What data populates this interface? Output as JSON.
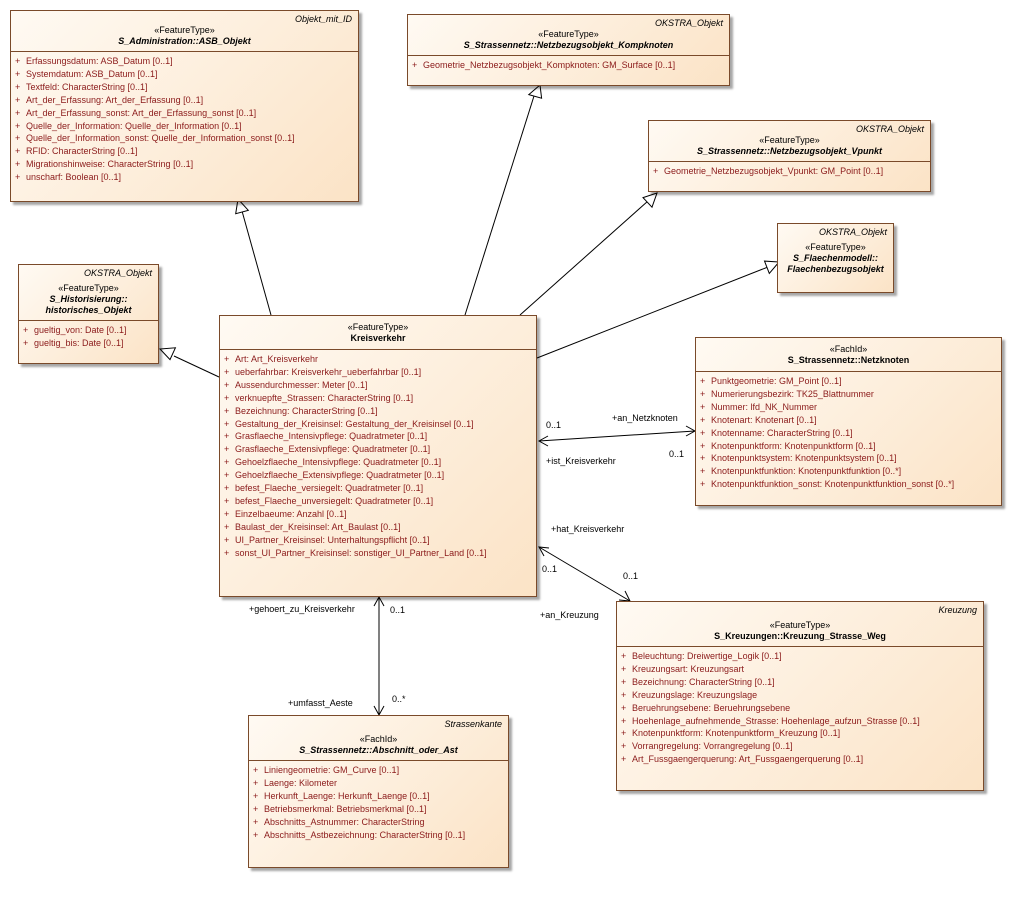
{
  "classes": {
    "asb_objekt": {
      "parent": "Objekt_mit_ID",
      "stereotype": "«FeatureType»",
      "name": "S_Administration::ASB_Objekt",
      "attributes": [
        {
          "vis": "+",
          "text": "Erfassungsdatum: ASB_Datum [0..1]"
        },
        {
          "vis": "+",
          "text": "Systemdatum: ASB_Datum [0..1]"
        },
        {
          "vis": "+",
          "text": "Textfeld: CharacterString [0..1]"
        },
        {
          "vis": "+",
          "text": "Art_der_Erfassung: Art_der_Erfassung [0..1]"
        },
        {
          "vis": "+",
          "text": "Art_der_Erfassung_sonst: Art_der_Erfassung_sonst [0..1]"
        },
        {
          "vis": "+",
          "text": "Quelle_der_Information: Quelle_der_Information [0..1]"
        },
        {
          "vis": "+",
          "text": "Quelle_der_Information_sonst: Quelle_der_Information_sonst [0..1]"
        },
        {
          "vis": "+",
          "text": "RFID: CharacterString [0..1]"
        },
        {
          "vis": "+",
          "text": "Migrationshinweise: CharacterString [0..1]"
        },
        {
          "vis": "+",
          "text": "unscharf: Boolean [0..1]"
        }
      ]
    },
    "kompknoten": {
      "parent": "OKSTRA_Objekt",
      "stereotype": "«FeatureType»",
      "name": "S_Strassennetz::Netzbezugsobjekt_Kompknoten",
      "attributes": [
        {
          "vis": "+",
          "text": "Geometrie_Netzbezugsobjekt_Kompknoten: GM_Surface [0..1]"
        }
      ]
    },
    "vpunkt": {
      "parent": "OKSTRA_Objekt",
      "stereotype": "«FeatureType»",
      "name": "S_Strassennetz::Netzbezugsobjekt_Vpunkt",
      "attributes": [
        {
          "vis": "+",
          "text": "Geometrie_Netzbezugsobjekt_Vpunkt: GM_Point [0..1]"
        }
      ]
    },
    "flaechen": {
      "parent": "OKSTRA_Objekt",
      "stereotype": "«FeatureType»",
      "name_line1": "S_Flaechenmodell::",
      "name_line2": "Flaechenbezugsobjekt"
    },
    "historisch": {
      "parent": "OKSTRA_Objekt",
      "stereotype": "«FeatureType»",
      "name_line1": "S_Historisierung::",
      "name_line2": "historisches_Objekt",
      "attributes": [
        {
          "vis": "+",
          "text": "gueltig_von: Date [0..1]"
        },
        {
          "vis": "+",
          "text": "gueltig_bis: Date [0..1]"
        }
      ]
    },
    "kreisverkehr": {
      "stereotype": "«FeatureType»",
      "name": "Kreisverkehr",
      "attributes": [
        {
          "vis": "+",
          "text": "Art: Art_Kreisverkehr"
        },
        {
          "vis": "+",
          "text": "ueberfahrbar: Kreisverkehr_ueberfahrbar [0..1]"
        },
        {
          "vis": "+",
          "text": "Aussendurchmesser: Meter [0..1]"
        },
        {
          "vis": "+",
          "text": "verknuepfte_Strassen: CharacterString [0..1]"
        },
        {
          "vis": "+",
          "text": "Bezeichnung: CharacterString [0..1]"
        },
        {
          "vis": "+",
          "text": "Gestaltung_der_Kreisinsel: Gestaltung_der_Kreisinsel [0..1]"
        },
        {
          "vis": "+",
          "text": "Grasflaeche_Intensivpflege: Quadratmeter [0..1]"
        },
        {
          "vis": "+",
          "text": "Grasflaeche_Extensivpflege: Quadratmeter [0..1]"
        },
        {
          "vis": "+",
          "text": "Gehoelzflaeche_Intensivpflege: Quadratmeter [0..1]"
        },
        {
          "vis": "+",
          "text": "Gehoelzflaeche_Extensivpflege: Quadratmeter [0..1]"
        },
        {
          "vis": "+",
          "text": "befest_Flaeche_versiegelt: Quadratmeter [0..1]"
        },
        {
          "vis": "+",
          "text": "befest_Flaeche_unversiegelt: Quadratmeter [0..1]"
        },
        {
          "vis": "+",
          "text": "Einzelbaeume: Anzahl [0..1]"
        },
        {
          "vis": "+",
          "text": "Baulast_der_Kreisinsel: Art_Baulast [0..1]"
        },
        {
          "vis": "+",
          "text": "UI_Partner_Kreisinsel: Unterhaltungspflicht [0..1]"
        },
        {
          "vis": "+",
          "text": "sonst_UI_Partner_Kreisinsel: sonstiger_UI_Partner_Land [0..1]"
        }
      ]
    },
    "netzknoten": {
      "stereotype": "«FachId»",
      "name": "S_Strassennetz::Netzknoten",
      "attributes": [
        {
          "vis": "+",
          "text": "Punktgeometrie: GM_Point [0..1]"
        },
        {
          "vis": "+",
          "text": "Numerierungsbezirk: TK25_Blattnummer"
        },
        {
          "vis": "+",
          "text": "Nummer: lfd_NK_Nummer"
        },
        {
          "vis": "+",
          "text": "Knotenart: Knotenart [0..1]"
        },
        {
          "vis": "+",
          "text": "Knotenname: CharacterString [0..1]"
        },
        {
          "vis": "+",
          "text": "Knotenpunktform: Knotenpunktform [0..1]"
        },
        {
          "vis": "+",
          "text": "Knotenpunktsystem: Knotenpunktsystem [0..1]"
        },
        {
          "vis": "+",
          "text": "Knotenpunktfunktion: Knotenpunktfunktion [0..*]"
        },
        {
          "vis": "+",
          "text": "Knotenpunktfunktion_sonst: Knotenpunktfunktion_sonst [0..*]"
        }
      ]
    },
    "kreuzung": {
      "parent": "Kreuzung",
      "stereotype": "«FeatureType»",
      "name": "S_Kreuzungen::Kreuzung_Strasse_Weg",
      "attributes": [
        {
          "vis": "+",
          "text": "Beleuchtung: Dreiwertige_Logik [0..1]"
        },
        {
          "vis": "+",
          "text": "Kreuzungsart: Kreuzungsart"
        },
        {
          "vis": "+",
          "text": "Bezeichnung: CharacterString [0..1]"
        },
        {
          "vis": "+",
          "text": "Kreuzungslage: Kreuzungslage"
        },
        {
          "vis": "+",
          "text": "Beruehrungsebene: Beruehrungsebene"
        },
        {
          "vis": "+",
          "text": "Hoehenlage_aufnehmende_Strasse: Hoehenlage_aufzun_Strasse [0..1]"
        },
        {
          "vis": "+",
          "text": "Knotenpunktform: Knotenpunktform_Kreuzung [0..1]"
        },
        {
          "vis": "+",
          "text": "Vorrangregelung: Vorrangregelung [0..1]"
        },
        {
          "vis": "+",
          "text": "Art_Fussgaengerquerung: Art_Fussgaengerquerung [0..1]"
        }
      ]
    },
    "abschnitt": {
      "parent": "Strassenkante",
      "stereotype": "«FachId»",
      "name": "S_Strassennetz::Abschnitt_oder_Ast",
      "attributes": [
        {
          "vis": "+",
          "text": "Liniengeometrie: GM_Curve [0..1]"
        },
        {
          "vis": "+",
          "text": "Laenge: Kilometer"
        },
        {
          "vis": "+",
          "text": "Herkunft_Laenge: Herkunft_Laenge [0..1]"
        },
        {
          "vis": "+",
          "text": "Betriebsmerkmal: Betriebsmerkmal [0..1]"
        },
        {
          "vis": "+",
          "text": "Abschnitts_Astnummer: CharacterString"
        },
        {
          "vis": "+",
          "text": "Abschnitts_Astbezeichnung: CharacterString [0..1]"
        }
      ]
    }
  },
  "associations": {
    "netzknoten": {
      "role_target": "+an_Netzknoten",
      "role_source": "+ist_Kreisverkehr",
      "mult_source": "0..1",
      "mult_target": "0..1"
    },
    "kreuzung": {
      "role_source": "+hat_Kreisverkehr",
      "role_target": "+an_Kreuzung",
      "mult_source": "0..1",
      "mult_target": "0..1"
    },
    "abschnitt": {
      "role_source": "+gehoert_zu_Kreisverkehr",
      "role_target": "+umfasst_Aeste",
      "mult_source": "0..1",
      "mult_target": "0..*"
    }
  },
  "colors": {
    "border": "#7a4a2a",
    "attribute_text": "#8b1a1a",
    "fill_start": "#fffaf3",
    "fill_end": "#fbe3c6",
    "line": "#000000"
  }
}
